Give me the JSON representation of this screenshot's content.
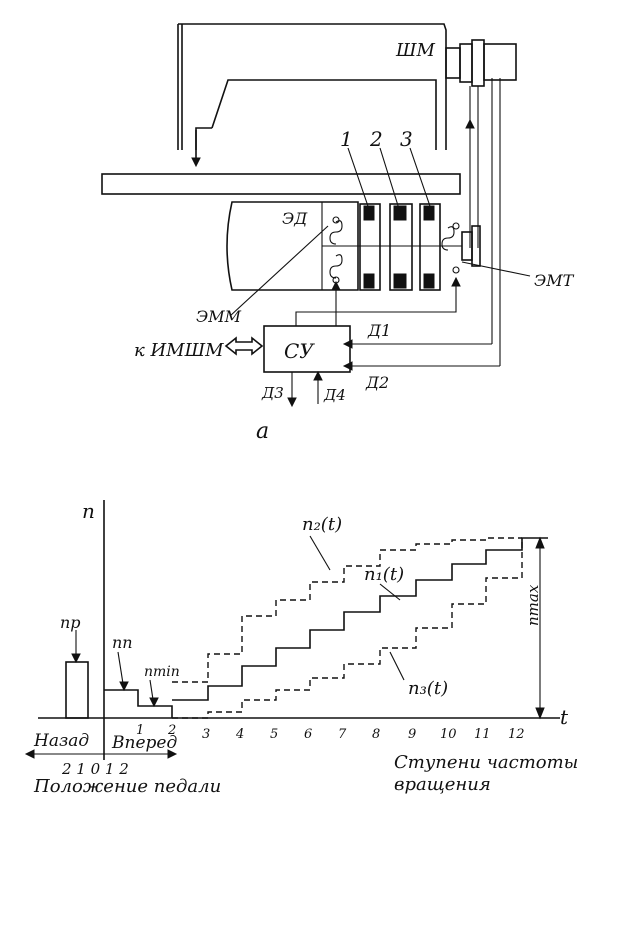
{
  "diagram_a": {
    "labels": {
      "machine": "ШМ",
      "motor": "ЭД",
      "part1": "1",
      "part2": "2",
      "part3": "3",
      "clutch": "ЭММ",
      "brake": "ЭМТ",
      "control": "СУ",
      "interface": "к ИМШМ",
      "d1": "Д1",
      "d2": "Д2",
      "d3": "Д3",
      "d4": "Д4"
    },
    "caption": "a"
  },
  "diagram_b": {
    "axis_y": "n",
    "axis_x": "t",
    "labels": {
      "np": "np",
      "nn": "nп",
      "nmin": "nmin",
      "nmax": "nmax",
      "n1": "n₁(t)",
      "n2": "n₂(t)",
      "n3": "n₃(t)"
    },
    "back": "Назад",
    "forward": "Вперед",
    "pedal_ticks": "2 1 0 1 2",
    "pedal_caption": "Положение педали",
    "speed_caption_1": "Ступени частоты",
    "speed_caption_2": "вращения",
    "speed_steps": [
      "1",
      "2",
      "3",
      "4",
      "5",
      "6",
      "7",
      "8",
      "9",
      "10",
      "11",
      "12"
    ]
  }
}
